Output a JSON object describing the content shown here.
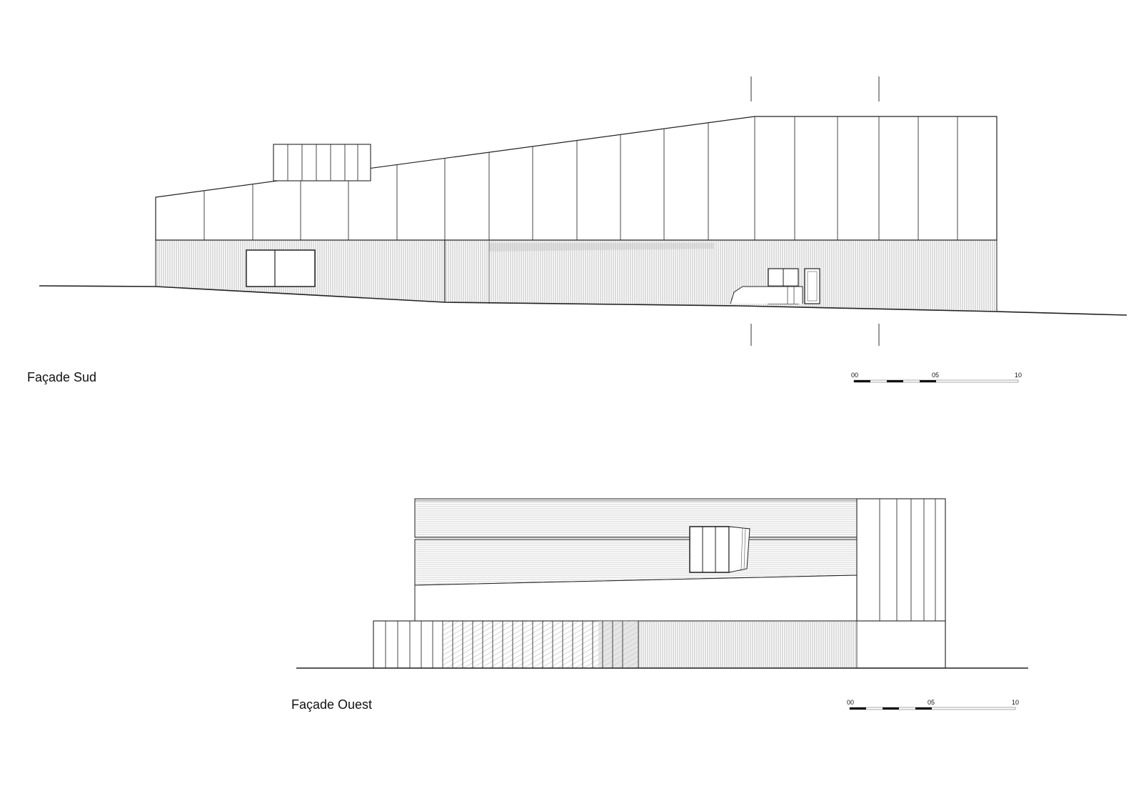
{
  "drawings": [
    {
      "title": "Façade Sud",
      "scale_labels": [
        "00",
        "05",
        "10"
      ]
    },
    {
      "title": "Façade Ouest",
      "scale_labels": [
        "00",
        "05",
        "10"
      ]
    }
  ]
}
